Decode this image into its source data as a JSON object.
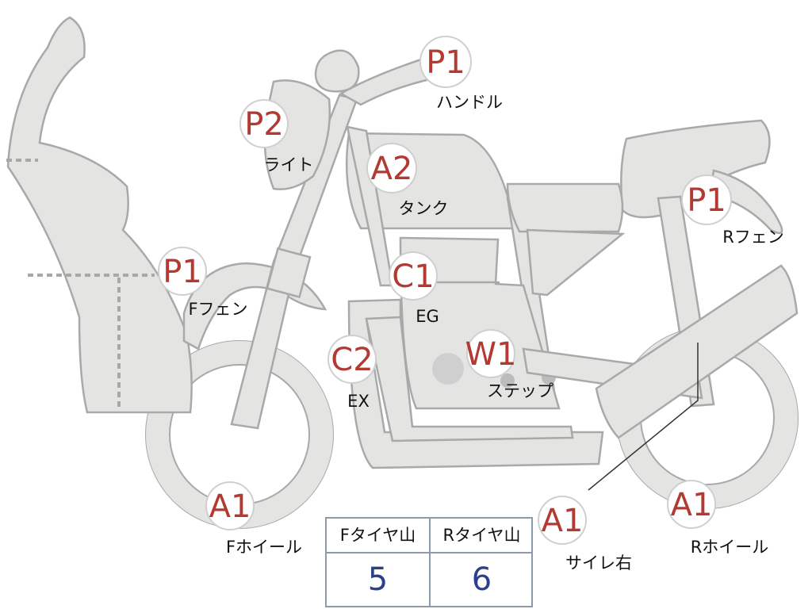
{
  "parts": [
    {
      "id": "handle",
      "badge": "P1",
      "label": "ハンドル"
    },
    {
      "id": "light",
      "badge": "P2",
      "label": "ライト"
    },
    {
      "id": "tank",
      "badge": "A2",
      "label": "タンク"
    },
    {
      "id": "rear-fender",
      "badge": "P1",
      "label": "Rフェン"
    },
    {
      "id": "front-fender",
      "badge": "P1",
      "label": "Fフェン"
    },
    {
      "id": "engine",
      "badge": "C1",
      "label": "EG"
    },
    {
      "id": "exhaust",
      "badge": "C2",
      "label": "EX"
    },
    {
      "id": "step",
      "badge": "W1",
      "label": "ステップ"
    },
    {
      "id": "front-wheel",
      "badge": "A1",
      "label": "Fホイール"
    },
    {
      "id": "silencer-right",
      "badge": "A1",
      "label": "サイレ右"
    },
    {
      "id": "rear-wheel",
      "badge": "A1",
      "label": "Rホイール"
    }
  ],
  "tire_tread": {
    "front_header": "Fタイヤ山",
    "rear_header": "Rタイヤ山",
    "front_value": "5",
    "rear_value": "6"
  },
  "colors": {
    "badge_text": "#b23a33",
    "table_value": "#2b3f8f",
    "body_fill": "#e4e4e2",
    "outline": "#a9a9a9"
  }
}
